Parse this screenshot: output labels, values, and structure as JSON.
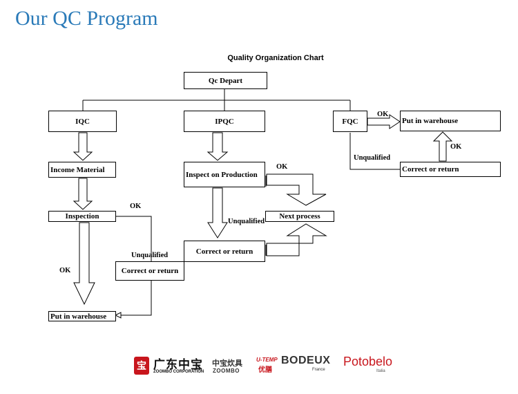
{
  "page_title": "Our QC Program",
  "chart_title": "Quality Organization Chart",
  "nodes": {
    "qc_depart": "Qc Depart",
    "iqc": "IQC",
    "ipqc": "IPQC",
    "fqc": "FQC",
    "income_material": "Income Material",
    "inspection": "Inspection",
    "correct_return_iqc": "Correct or return",
    "put_warehouse_iqc": "Put in warehouse",
    "inspect_production": "Inspect on Production",
    "next_process": "Next process",
    "correct_return_ipqc": "Correct or return",
    "put_warehouse_fqc": "Put in warehouse",
    "correct_return_fqc": "Correct or return"
  },
  "labels": {
    "ok_fqc_top": "OK",
    "ok_fqc_side": "OK",
    "unqualified_fqc": "Unqualified",
    "ok_ipqc": "OK",
    "unqualified_ipqc": "Unqualified",
    "ok_iqc_top": "OK",
    "unqualified_iqc": "Unqualified",
    "ok_iqc_down": "OK"
  },
  "footer": {
    "zoombo_mark": "宝",
    "zoombo_cn": "广东中宝",
    "zoombo_en": "ZOOMBO CORPORATION",
    "zoombo2_cn": "中宝炊具",
    "zoombo2_en": "ZOOMBO",
    "utemp_a": "U-TEMP",
    "utemp_b": "优膳",
    "bodeux": "BODEUX",
    "bodeux_sub": "France",
    "potobelo": "Potobelo",
    "potobelo_sub": "Italia"
  },
  "colors": {
    "title_blue": "#2a7ab8",
    "brand_red": "#c8161d"
  }
}
